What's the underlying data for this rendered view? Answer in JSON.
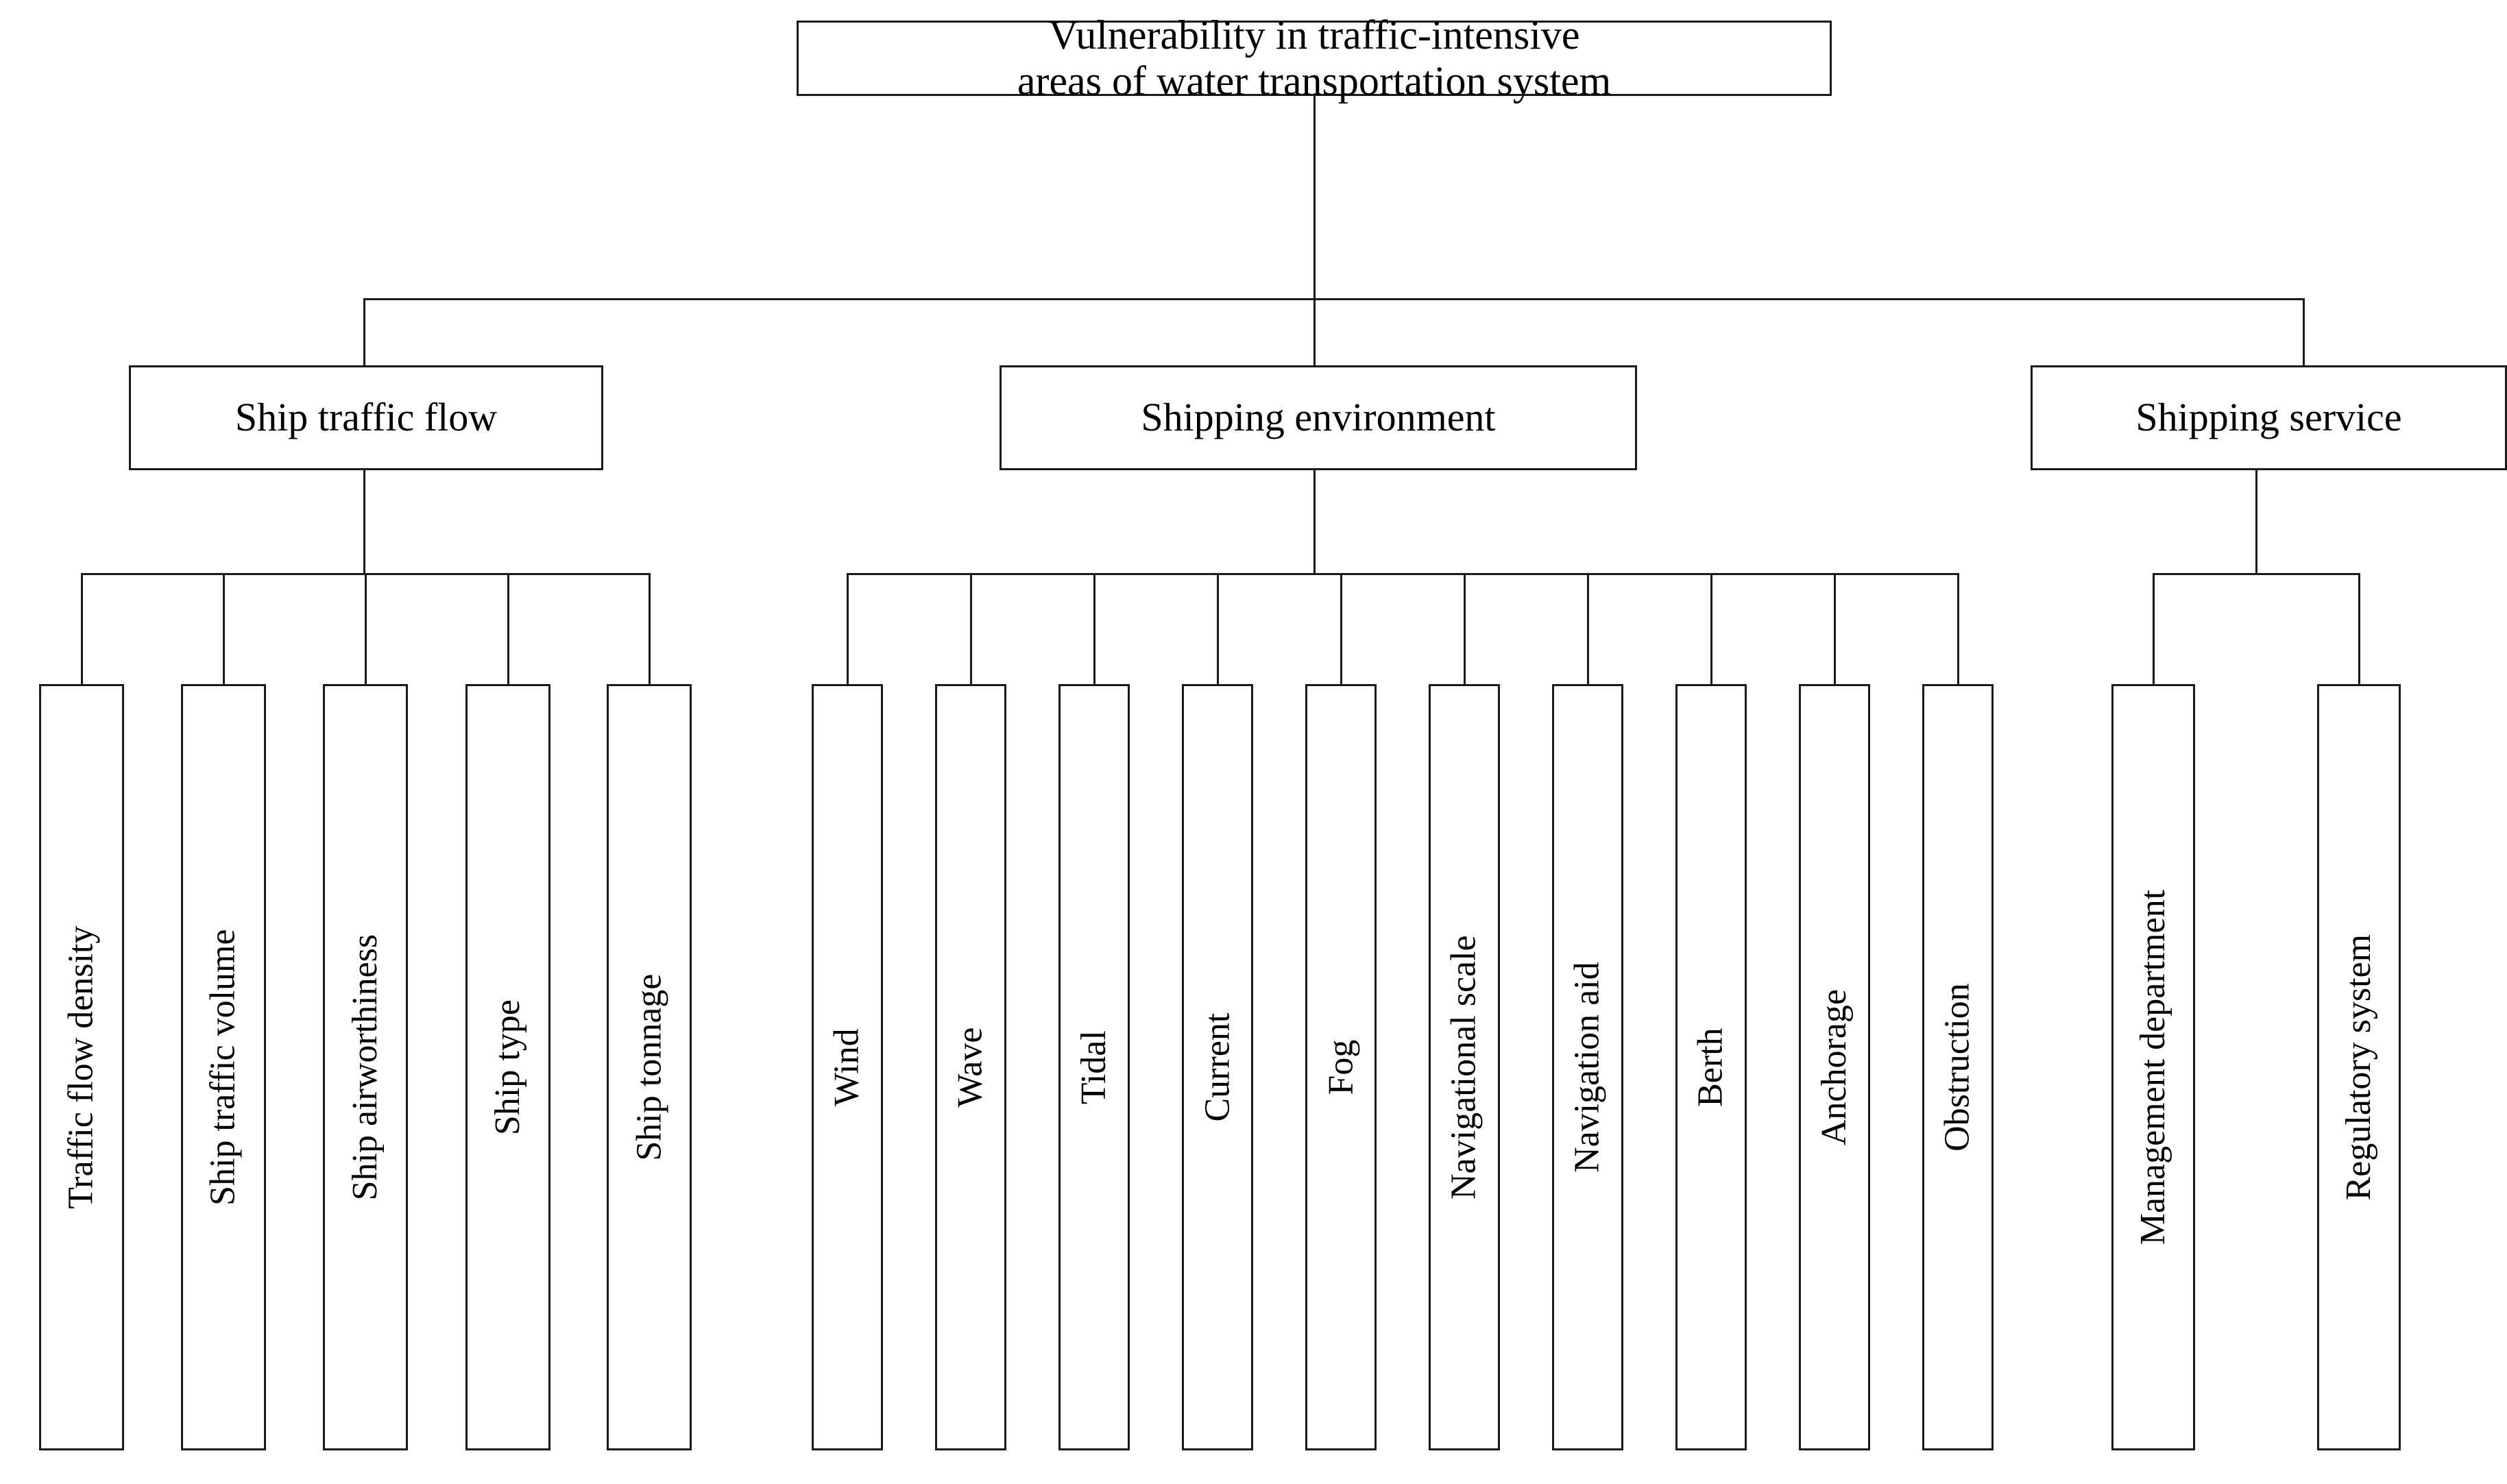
{
  "diagram": {
    "type": "hierarchy-tree",
    "levels": 3,
    "orientation": "top-down",
    "root": {
      "id": "root",
      "label": "Vulnerability in traffic-intensive areas of water transportation system",
      "line1": "Vulnerability in traffic-intensive",
      "line2": "areas of water transportation system"
    },
    "branches": [
      {
        "id": "ship-traffic-flow",
        "label": "Ship traffic flow",
        "leaves": [
          {
            "id": "traffic-flow-density",
            "label": "Traffic flow density"
          },
          {
            "id": "ship-traffic-volume",
            "label": "Ship traffic volume"
          },
          {
            "id": "ship-airworthiness",
            "label": "Ship airworthiness"
          },
          {
            "id": "ship-type",
            "label": "Ship type"
          },
          {
            "id": "ship-tonnage",
            "label": "Ship tonnage"
          }
        ]
      },
      {
        "id": "shipping-environment",
        "label": "Shipping environment",
        "leaves": [
          {
            "id": "wind",
            "label": "Wind"
          },
          {
            "id": "wave",
            "label": "Wave"
          },
          {
            "id": "tidal",
            "label": "Tidal"
          },
          {
            "id": "current",
            "label": "Current"
          },
          {
            "id": "fog",
            "label": "Fog"
          },
          {
            "id": "navigational-scale",
            "label": "Navigational scale"
          },
          {
            "id": "navigation-aid",
            "label": "Navigation aid"
          },
          {
            "id": "berth",
            "label": "Berth"
          },
          {
            "id": "anchorage",
            "label": "Anchorage"
          },
          {
            "id": "obstruction",
            "label": "Obstruction"
          }
        ]
      },
      {
        "id": "shipping-service",
        "label": "Shipping service",
        "leaves": [
          {
            "id": "management-department",
            "label": "Management department"
          },
          {
            "id": "regulatory-system",
            "label": "Regulatory system"
          }
        ]
      }
    ],
    "colors": {
      "background": "#ffffff",
      "border": "#1a1a1a",
      "text": "#000000",
      "connector": "#1a1a1a"
    }
  }
}
